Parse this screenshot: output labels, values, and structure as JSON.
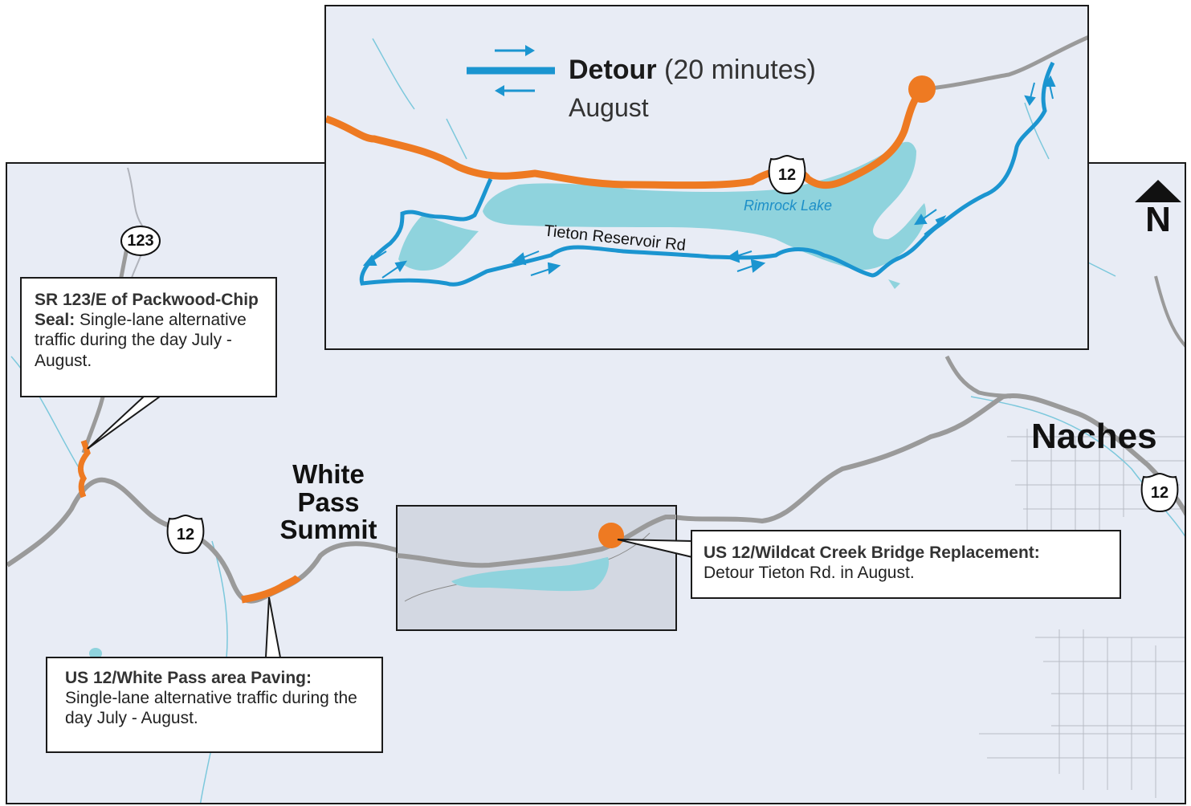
{
  "places": {
    "white_pass": "White Pass Summit",
    "naches": "Naches"
  },
  "shields": {
    "sr123": "123",
    "us12_west": "12",
    "us12_east": "12",
    "us12_inset": "12"
  },
  "north_label": "N",
  "callouts": {
    "sr123": {
      "title": "SR 123/E of Packwood-Chip Seal:",
      "body": "Single-lane alternative traffic during the day July - August."
    },
    "white_pass": {
      "title": "US 12/White Pass area Paving:",
      "body": "Single-lane alternative traffic during the day July - August."
    },
    "wildcat": {
      "title": "US 12/Wildcat Creek Bridge Replacement:",
      "body": "Detour Tieton Rd. in August."
    }
  },
  "inset": {
    "legend_title": "Detour",
    "legend_duration": "(20 minutes)",
    "legend_month": "August",
    "lake": "Rimrock Lake",
    "road": "Tieton Reservoir Rd"
  },
  "colors": {
    "map_bg": "#e8ecf5",
    "highway": "#9a9a9a",
    "work_zone": "#ee7a22",
    "detour": "#1b95d0",
    "water": "#8fd3dd"
  }
}
